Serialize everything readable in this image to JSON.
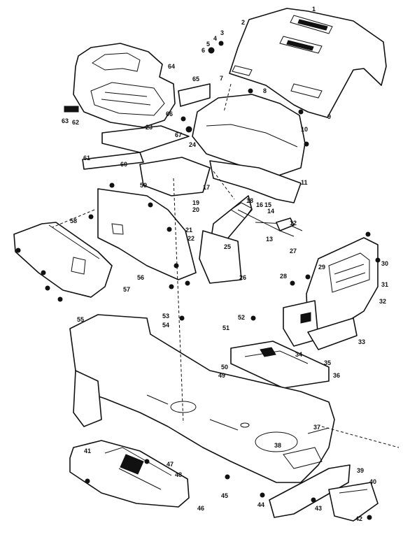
{
  "diagram": {
    "labels": [
      {
        "id": "p1",
        "text": "1"
      },
      {
        "id": "p2",
        "text": "2"
      },
      {
        "id": "p3",
        "text": "3"
      },
      {
        "id": "p4",
        "text": "4"
      },
      {
        "id": "p5",
        "text": "5"
      },
      {
        "id": "p6",
        "text": "6"
      },
      {
        "id": "p7",
        "text": "7"
      },
      {
        "id": "p8",
        "text": "8"
      },
      {
        "id": "p9",
        "text": "9"
      },
      {
        "id": "p10",
        "text": "10"
      },
      {
        "id": "p11",
        "text": "11"
      },
      {
        "id": "p12",
        "text": "12"
      },
      {
        "id": "p13",
        "text": "13"
      },
      {
        "id": "p14",
        "text": "14"
      },
      {
        "id": "p15",
        "text": "15"
      },
      {
        "id": "p16",
        "text": "16"
      },
      {
        "id": "p17",
        "text": "17"
      },
      {
        "id": "p18",
        "text": "18"
      },
      {
        "id": "p19",
        "text": "19"
      },
      {
        "id": "p20",
        "text": "20"
      },
      {
        "id": "p21",
        "text": "21"
      },
      {
        "id": "p22",
        "text": "22"
      },
      {
        "id": "p23",
        "text": "23"
      },
      {
        "id": "p24",
        "text": "24"
      },
      {
        "id": "p25",
        "text": "25"
      },
      {
        "id": "p26",
        "text": "26"
      },
      {
        "id": "p27",
        "text": "27"
      },
      {
        "id": "p28",
        "text": "28"
      },
      {
        "id": "p29",
        "text": "29"
      },
      {
        "id": "p30",
        "text": "30"
      },
      {
        "id": "p31",
        "text": "31"
      },
      {
        "id": "p32",
        "text": "32"
      },
      {
        "id": "p33",
        "text": "33"
      },
      {
        "id": "p34",
        "text": "34"
      },
      {
        "id": "p35",
        "text": "35"
      },
      {
        "id": "p36",
        "text": "36"
      },
      {
        "id": "p37",
        "text": "37"
      },
      {
        "id": "p38",
        "text": "38"
      },
      {
        "id": "p39",
        "text": "39"
      },
      {
        "id": "p40",
        "text": "40"
      },
      {
        "id": "p41",
        "text": "41"
      },
      {
        "id": "p42",
        "text": "42"
      },
      {
        "id": "p43",
        "text": "43"
      },
      {
        "id": "p44",
        "text": "44"
      },
      {
        "id": "p45",
        "text": "45"
      },
      {
        "id": "p46",
        "text": "46"
      },
      {
        "id": "p47",
        "text": "47"
      },
      {
        "id": "p48",
        "text": "48"
      },
      {
        "id": "p49",
        "text": "49"
      },
      {
        "id": "p50",
        "text": "50"
      },
      {
        "id": "p51",
        "text": "51"
      },
      {
        "id": "p52",
        "text": "52"
      },
      {
        "id": "p53",
        "text": "53"
      },
      {
        "id": "p54",
        "text": "54"
      },
      {
        "id": "p55",
        "text": "55"
      },
      {
        "id": "p56",
        "text": "56"
      },
      {
        "id": "p57",
        "text": "57"
      },
      {
        "id": "p58",
        "text": "58"
      },
      {
        "id": "p59",
        "text": "59"
      },
      {
        "id": "p60",
        "text": "60"
      },
      {
        "id": "p61",
        "text": "61"
      },
      {
        "id": "p62",
        "text": "62"
      },
      {
        "id": "p63",
        "text": "63"
      },
      {
        "id": "p64",
        "text": "64"
      },
      {
        "id": "p65",
        "text": "65"
      },
      {
        "id": "p66",
        "text": "66"
      },
      {
        "id": "p67",
        "text": "67"
      }
    ]
  }
}
